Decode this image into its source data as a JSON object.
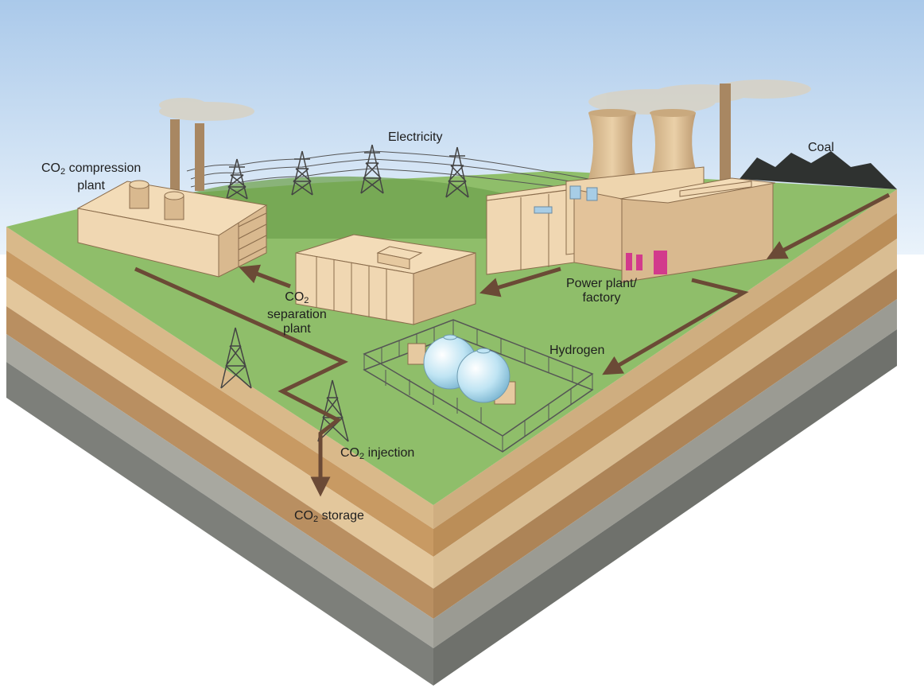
{
  "labels": {
    "electricity": "Electricity",
    "coal": "Coal",
    "co2_compression": {
      "prefix": "CO",
      "subscript": "2",
      "line1_rest": " compression",
      "line2": "plant"
    },
    "co2_separation": {
      "prefix": "CO",
      "subscript": "2",
      "line2": "separation",
      "line3": "plant"
    },
    "power_plant": {
      "line1": "Power plant/",
      "line2": "factory"
    },
    "hydrogen": "Hydrogen",
    "co2_injection": {
      "prefix": "CO",
      "subscript": "2",
      "rest": " injection"
    },
    "co2_storage": {
      "prefix": "CO",
      "subscript": "2",
      "rest": " storage"
    }
  },
  "colors": {
    "sky_top": "#b9d3ee",
    "ground": "#8fbe6a",
    "hill": "#6fa24f",
    "building": "#f0d7b2",
    "building_shade": "#d9b98f",
    "arrow": "#6b4a36",
    "coal": "#2f3230",
    "tank": "#c7e8f5",
    "door": "#d23a8c",
    "strata": [
      "#d9b98a",
      "#c89a63",
      "#e3c79c",
      "#b98f61",
      "#a8a8a0",
      "#7d7f7a"
    ]
  }
}
